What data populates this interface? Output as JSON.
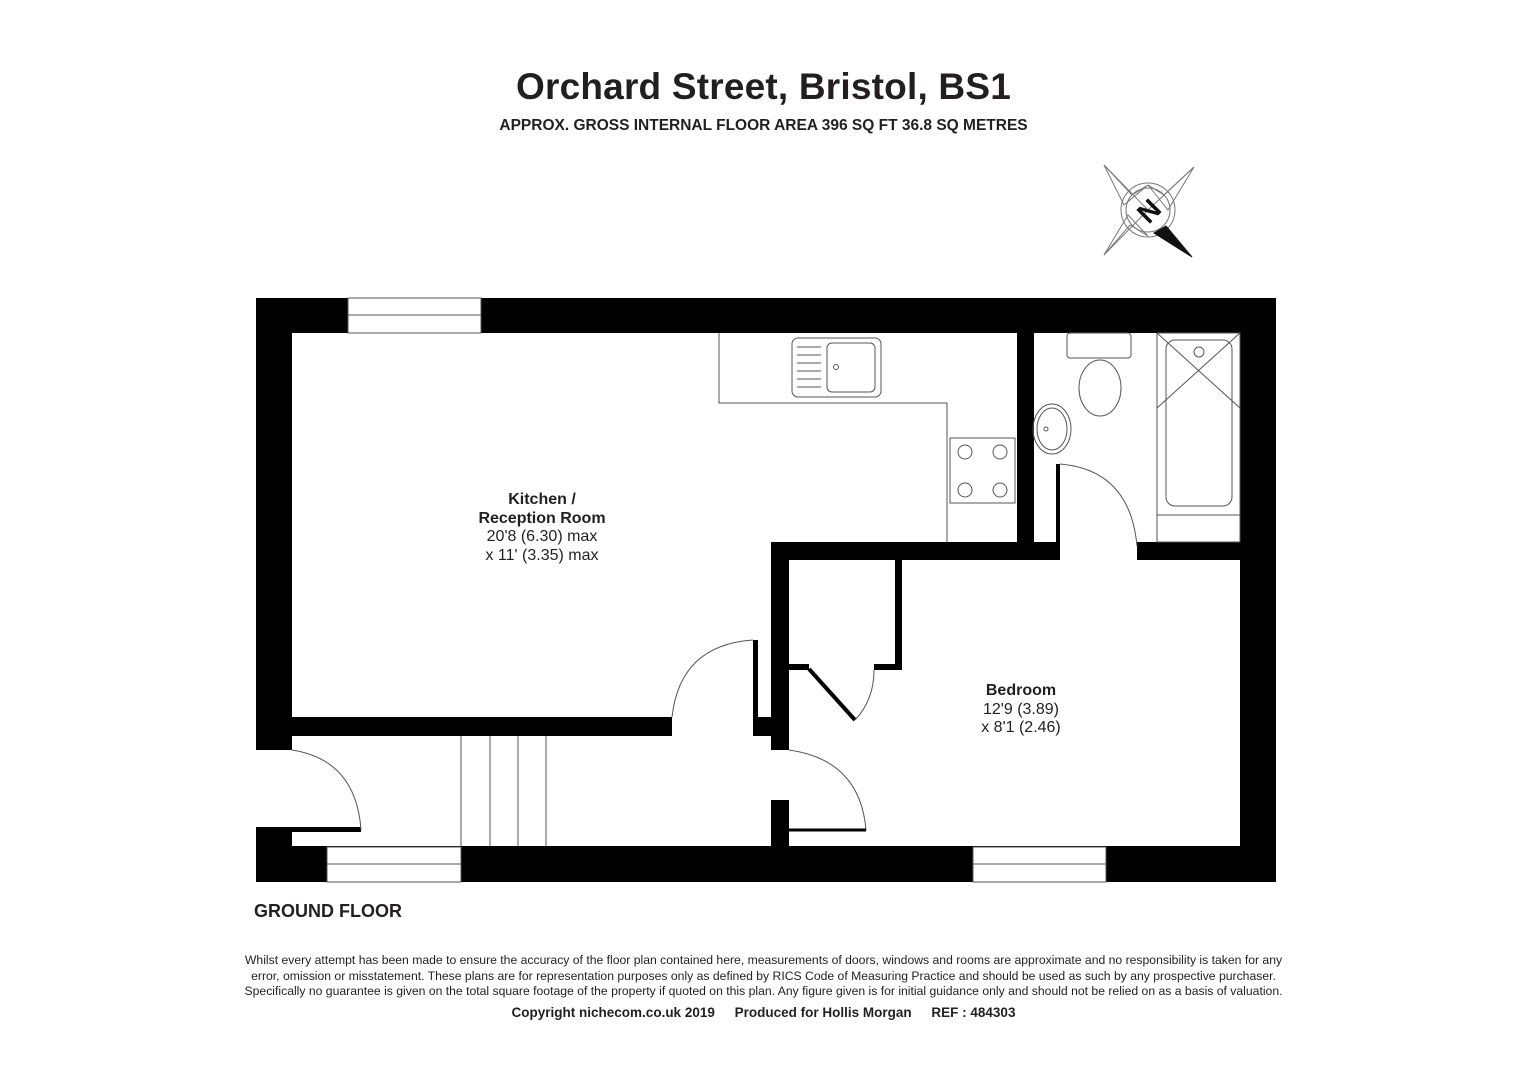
{
  "header": {
    "title": "Orchard Street, Bristol, BS1",
    "subtitle": "APPROX. GROSS INTERNAL FLOOR AREA 396 SQ FT 36.8 SQ METRES"
  },
  "compass": {
    "label": "N",
    "icon": "compass-rose-icon"
  },
  "rooms": [
    {
      "name_line1": "Kitchen /",
      "name_line2": "Reception Room",
      "dim1": "20'8 (6.30) max",
      "dim2": "x 11' (3.35) max"
    },
    {
      "name_line1": "Bedroom",
      "dim1": "12'9 (3.89)",
      "dim2": "x 8'1 (2.46)"
    }
  ],
  "fixtures": [
    "sink",
    "hob",
    "toilet",
    "basin",
    "bath",
    "stairs"
  ],
  "floor_label": "GROUND FLOOR",
  "footer": {
    "disclaimer_line1": "Whilst every attempt has been made to ensure the accuracy of the floor plan contained here, measurements of doors, windows and rooms are approximate and no responsibility is taken for any",
    "disclaimer_line2": "error, omission or misstatement. These plans are for representation purposes only as defined by RICS Code of Measuring Practice and should be used as such by any prospective purchaser.",
    "disclaimer_line3": "Specifically no guarantee is given on the total square footage of the property if quoted on this plan. Any figure given is for initial guidance only and should not be relied on as a basis of valuation.",
    "copyright": "Copyright nichecom.co.uk 2019",
    "produced_for": "Produced for Hollis Morgan",
    "ref": "REF : 484303"
  },
  "colors": {
    "wall": "#000000",
    "line": "#555555",
    "text": "#231f20"
  }
}
